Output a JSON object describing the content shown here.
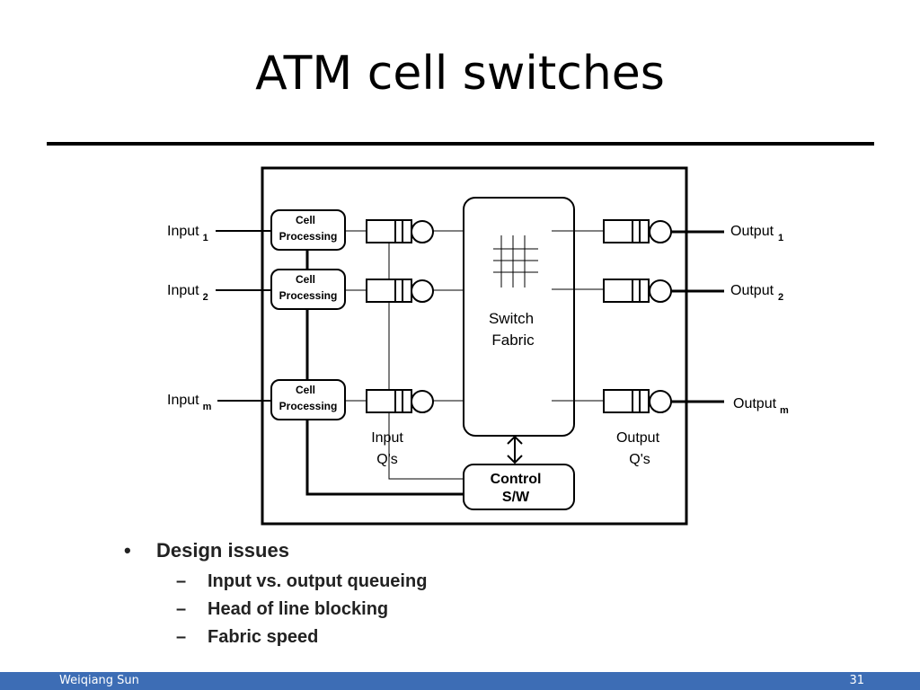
{
  "slide": {
    "title": "ATM cell switches"
  },
  "diagram": {
    "inputs": [
      {
        "label": "Input",
        "sub": "1"
      },
      {
        "label": "Input",
        "sub": "2"
      },
      {
        "label": "Input",
        "sub": "m"
      }
    ],
    "outputs": [
      {
        "label": "Output",
        "sub": "1"
      },
      {
        "label": "Output",
        "sub": "2"
      },
      {
        "label": "Output",
        "sub": "m"
      }
    ],
    "cell_processing": {
      "line1": "Cell",
      "line2": "Processing"
    },
    "switch_fabric": {
      "line1": "Switch",
      "line2": "Fabric"
    },
    "input_queues": {
      "line1": "Input",
      "line2": "Q's"
    },
    "output_queues": {
      "line1": "Output",
      "line2": "Q's"
    },
    "control": {
      "line1": "Control",
      "line2": "S/W"
    }
  },
  "bullets": {
    "heading": "Design issues",
    "items": [
      "Input vs. output queueing",
      "Head of line blocking",
      "Fabric speed"
    ]
  },
  "footer": {
    "author": "Weiqiang Sun",
    "page": "31"
  }
}
